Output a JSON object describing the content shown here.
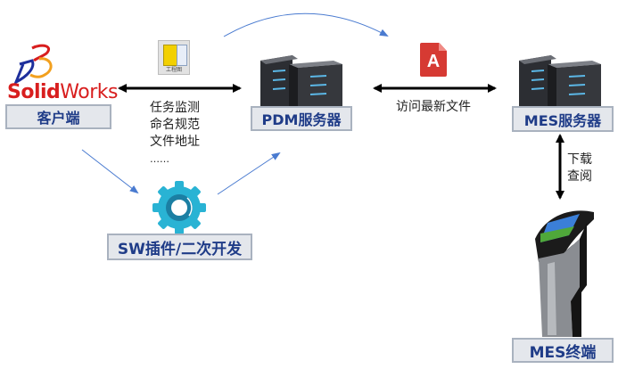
{
  "diagram": {
    "nodes": {
      "client": {
        "label": "客户端",
        "logo_text_bold": "Solid",
        "logo_text_light": "Works"
      },
      "pdm_server": {
        "label": "PDM服务器"
      },
      "mes_server": {
        "label": "MES服务器"
      },
      "sw_plugin": {
        "label": "SW插件/二次开发"
      },
      "mes_terminal": {
        "label": "MES终端"
      }
    },
    "edges": {
      "client_pdm": {
        "lines": [
          "任务监测",
          "命名规范",
          "文件地址",
          "……"
        ],
        "icon": "engineering-drawing-icon",
        "icon_caption": "工程图"
      },
      "pdm_mes": {
        "line": "访问最新文件",
        "icon": "autocad-file-icon"
      },
      "mes_terminal": {
        "lines": [
          "下载",
          "查阅"
        ]
      }
    },
    "colors": {
      "label_text": "#1f3c88",
      "label_bg": "#e4e7ec",
      "label_border": "#a9b2bf",
      "flow_arrow": "#4a7bd0",
      "gear": "#29b3d4",
      "acad_red": "#d63a33",
      "solidworks_red": "#d81e1e"
    }
  }
}
